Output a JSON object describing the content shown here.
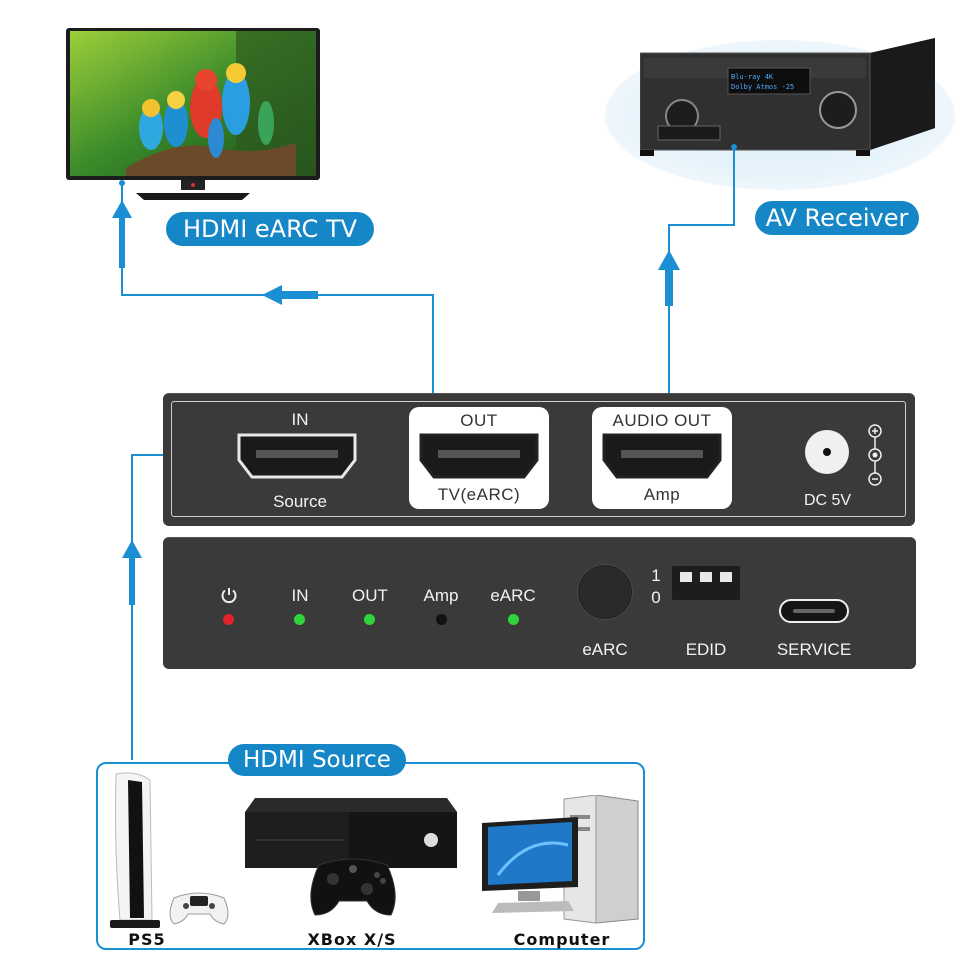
{
  "labels": {
    "tv": "HDMI eARC TV",
    "receiver": "AV Receiver",
    "source": "HDMI Source"
  },
  "back_panel": {
    "in_top": "IN",
    "in_bottom": "Source",
    "out_top": "OUT",
    "out_bottom": "TV(eARC)",
    "audio_top": "AUDIO OUT",
    "audio_bottom": "Amp",
    "dc": "DC 5V"
  },
  "front_panel": {
    "power_icon": "power-icon",
    "in": "IN",
    "out": "OUT",
    "amp": "Amp",
    "earc": "eARC",
    "button_label": "eARC",
    "dip_1": "1",
    "dip_0": "0",
    "edid": "EDID",
    "service": "SERVICE"
  },
  "receiver_display": {
    "line1": "Blu-ray  4K",
    "line2": "Dolby Atmos -25"
  },
  "devices": {
    "ps5": "PS5",
    "xbox": "XBox X/S",
    "computer": "Computer"
  },
  "colors": {
    "accent": "#1586c6",
    "led_red": "#e0242a",
    "led_green": "#2fd63b",
    "led_off": "#111111"
  }
}
